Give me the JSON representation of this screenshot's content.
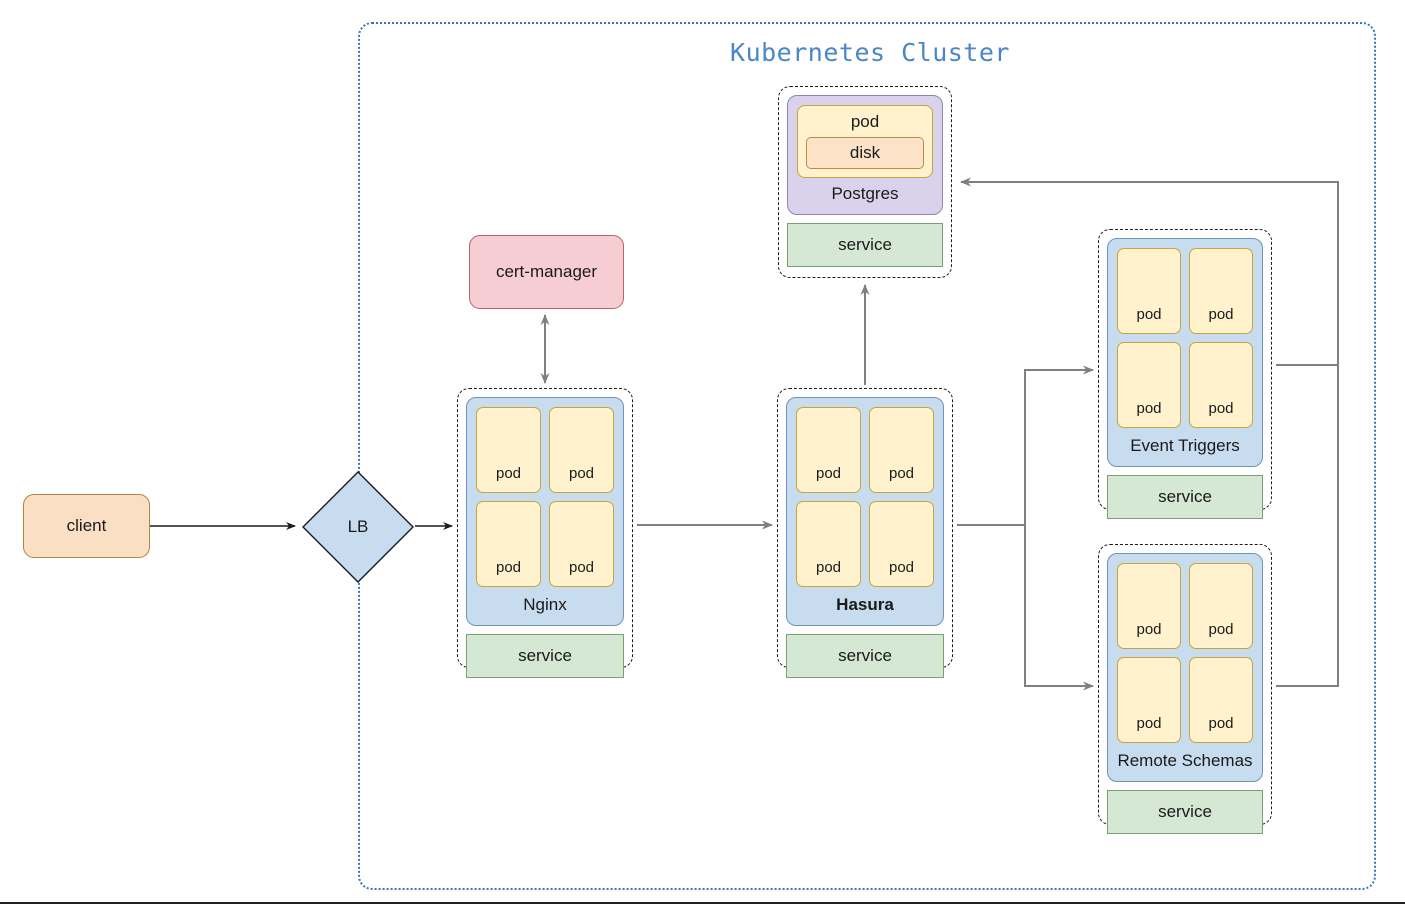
{
  "cluster": {
    "title": "Kubernetes Cluster",
    "border_color": "#3b73bf",
    "title_color": "#4a86c8"
  },
  "nodes": {
    "client": {
      "label": "client",
      "fill": "#fbdfc4",
      "stroke": "#b4833e"
    },
    "lb": {
      "label": "LB",
      "fill": "#c8dcf0",
      "stroke": "#1a1a1a"
    },
    "cert_manager": {
      "label": "cert-manager",
      "fill": "#f6cdd2",
      "stroke": "#b2636c"
    }
  },
  "groups": {
    "postgres": {
      "label": "Postgres",
      "fill": "#d9d2ec",
      "pod_label": "pod",
      "disk_label": "disk",
      "service_label": "service"
    },
    "nginx": {
      "label": "Nginx",
      "fill": "#c8dcf0",
      "bold": false,
      "pods": [
        "pod",
        "pod",
        "pod",
        "pod"
      ],
      "service_label": "service"
    },
    "hasura": {
      "label": "Hasura",
      "fill": "#c8dcf0",
      "bold": true,
      "pods": [
        "pod",
        "pod",
        "pod",
        "pod"
      ],
      "service_label": "service"
    },
    "event_triggers": {
      "label": "Event Triggers",
      "fill": "#c8dcf0",
      "bold": false,
      "pods": [
        "pod",
        "pod",
        "pod",
        "pod"
      ],
      "service_label": "service"
    },
    "remote_schemas": {
      "label": "Remote Schemas",
      "fill": "#c8dcf0",
      "bold": false,
      "pods": [
        "pod",
        "pod",
        "pod",
        "pod"
      ],
      "service_label": "service"
    }
  },
  "colors": {
    "pod_fill": "#fff2cc",
    "pod_stroke": "#c7a43c",
    "service_fill": "#d5e8d4",
    "service_stroke": "#7aa06f",
    "disk_fill": "#fce3c8",
    "edge_black": "#1a1a1a",
    "edge_gray": "#808080"
  },
  "edges": [
    {
      "name": "client-to-lb",
      "from": "client",
      "to": "lb",
      "style": "solid-black",
      "arrow": "end"
    },
    {
      "name": "lb-to-nginx",
      "from": "lb",
      "to": "nginx",
      "style": "solid-black",
      "arrow": "end"
    },
    {
      "name": "nginx-to-certmanager",
      "from": "nginx",
      "to": "cert-manager",
      "style": "solid-gray",
      "arrow": "both"
    },
    {
      "name": "nginx-to-hasura",
      "from": "nginx",
      "to": "hasura",
      "style": "solid-gray",
      "arrow": "end"
    },
    {
      "name": "hasura-to-postgres",
      "from": "hasura",
      "to": "postgres",
      "style": "solid-gray",
      "arrow": "end"
    },
    {
      "name": "hasura-to-event-triggers",
      "from": "hasura",
      "to": "event-triggers",
      "style": "solid-gray",
      "arrow": "end"
    },
    {
      "name": "hasura-to-remote-schemas",
      "from": "hasura",
      "to": "remote-schemas",
      "style": "solid-gray",
      "arrow": "end"
    },
    {
      "name": "event-triggers-to-postgres",
      "from": "event-triggers",
      "to": "postgres",
      "style": "solid-gray",
      "arrow": "end"
    },
    {
      "name": "remote-schemas-to-postgres",
      "from": "remote-schemas",
      "to": "postgres",
      "style": "solid-gray",
      "arrow": "end"
    }
  ]
}
